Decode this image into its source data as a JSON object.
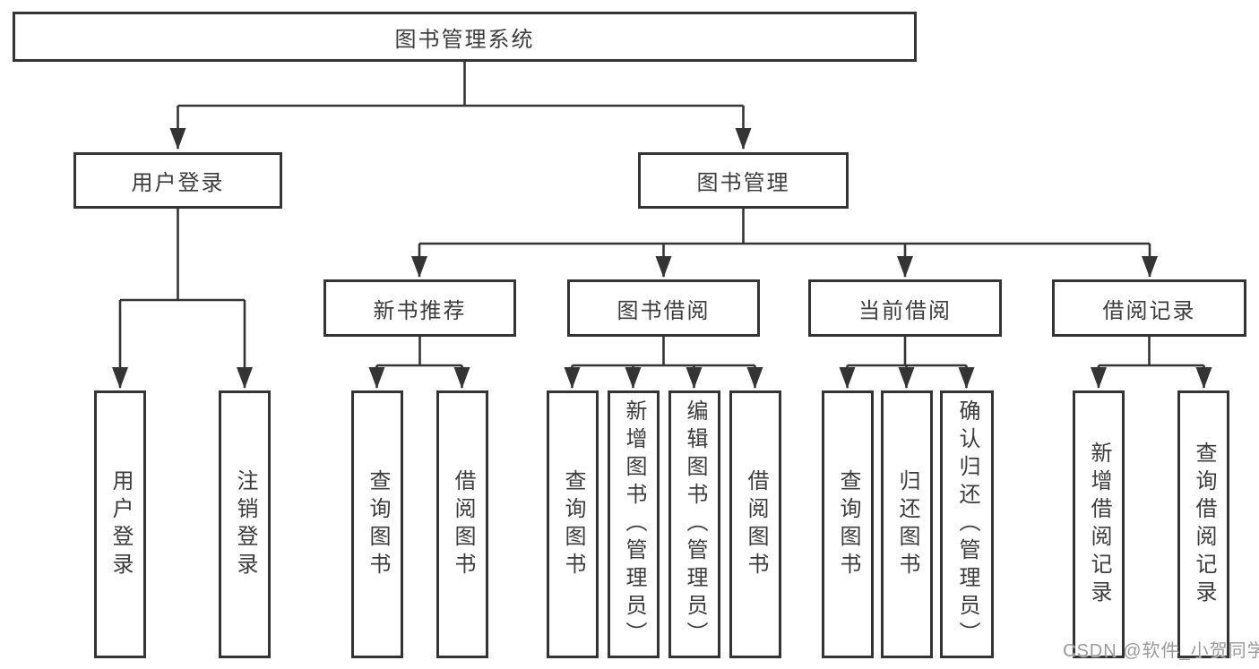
{
  "diagram": {
    "title": "图书管理系统",
    "nodes": {
      "root": "图书管理系统",
      "user_login": "用户登录",
      "book_management": "图书管理",
      "user_login_leaf": "用户登录",
      "logout_leaf": "注销登录",
      "new_book_recommend": "新书推荐",
      "book_borrowing": "图书借阅",
      "current_borrowing": "当前借阅",
      "borrowing_records": "借阅记录",
      "query_books_a": "查询图书",
      "borrow_books_a": "借阅图书",
      "query_books_b": "查询图书",
      "add_book_admin": "新增图书（管理员）",
      "edit_book_admin": "编辑图书（管理员）",
      "borrow_books_b": "借阅图书",
      "query_books_c": "查询图书",
      "return_books": "归还图书",
      "confirm_return_admin": "确认归还（管理员）",
      "add_borrow_record": "新增借阅记录",
      "query_borrow_record": "查询借阅记录"
    },
    "edges": [
      {
        "from": "root",
        "to": [
          "user_login",
          "book_management"
        ]
      },
      {
        "from": "user_login",
        "to": [
          "user_login_leaf",
          "logout_leaf"
        ]
      },
      {
        "from": "book_management",
        "to": [
          "new_book_recommend",
          "book_borrowing",
          "current_borrowing",
          "borrowing_records"
        ]
      },
      {
        "from": "new_book_recommend",
        "to": [
          "query_books_a",
          "borrow_books_a"
        ]
      },
      {
        "from": "book_borrowing",
        "to": [
          "query_books_b",
          "add_book_admin",
          "edit_book_admin",
          "borrow_books_b"
        ]
      },
      {
        "from": "current_borrowing",
        "to": [
          "query_books_c",
          "return_books",
          "confirm_return_admin"
        ]
      },
      {
        "from": "borrowing_records",
        "to": [
          "add_borrow_record",
          "query_borrow_record"
        ]
      }
    ]
  },
  "watermark": {
    "text": "CSDN @软件_小贺同学"
  },
  "colors": {
    "line_color": "#343434",
    "text_color": "#3c3c3c",
    "box_fill": "#ffffff",
    "watermark_color": "#9a9a9a"
  }
}
